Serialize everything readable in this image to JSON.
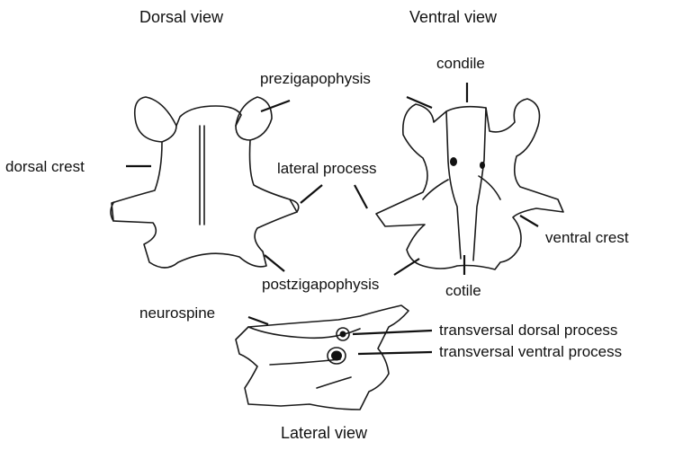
{
  "views": {
    "dorsal": "Dorsal view",
    "ventral": "Ventral view",
    "lateral": "Lateral view"
  },
  "labels": {
    "prezigapophysis": "prezigapophysis",
    "condile": "condile",
    "dorsal_crest": "dorsal crest",
    "lateral_process": "lateral process",
    "ventral_crest": "ventral crest",
    "postzigapophysis": "postzigapophysis",
    "cotile": "cotile",
    "neurospine": "neurospine",
    "transversal_dorsal_process": "transversal dorsal process",
    "transversal_ventral_process": "transversal ventral process"
  }
}
